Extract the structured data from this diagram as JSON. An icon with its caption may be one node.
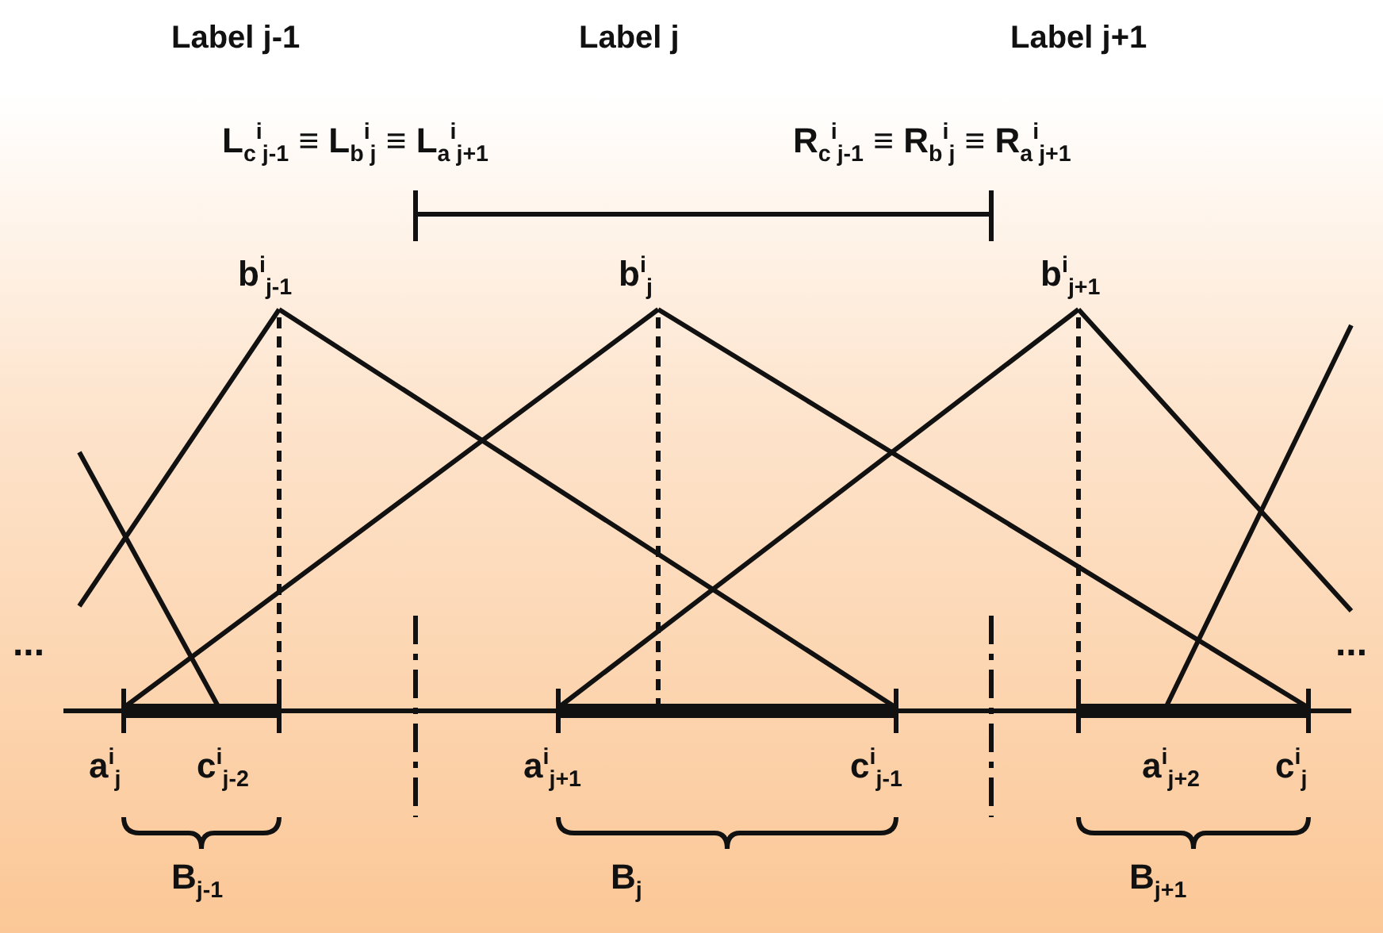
{
  "diagram": {
    "labels": [
      "Label j-1",
      "Label j",
      "Label j+1",
      "L$_{c}$$^{i}$$_{j-1}$ ≡ L$_{b}$$^{i}$$_{j}$ ≡ L$_{a}$$^{i}$$_{j+1}$",
      "R$_{c}$$^{i}$$_{j-1}$ ≡ R$_{b}$$^{i}$$_{j}$ ≡ R$_{a}$$^{i}$$_{j+1}$",
      "b$^{i}$$_{j-1}$",
      "b$^{i}$$_{j}$",
      "b$^{i}$$_{j+1}$",
      "...",
      "...",
      "a$^{i}$$_{j}$",
      "c$^{i}$$_{j-2}$",
      "a$^{i}$$_{j+1}$",
      "c$^{i}$$_{j-1}$",
      "a$^{i}$$_{j+2}$",
      "c$^{i}$$_{j}$",
      "B$_{j-1}$",
      "B$_{j}$",
      "B$_{j+1}$"
    ]
  }
}
